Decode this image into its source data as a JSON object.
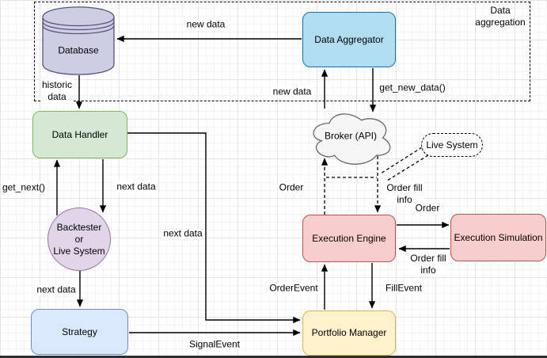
{
  "diagram": {
    "group": {
      "label": "Data\naggregation"
    },
    "nodes": {
      "database": {
        "label": "Database",
        "fill": "#CDCDE4",
        "stroke": "#56517E"
      },
      "data_aggregator": {
        "label": "Data Aggregator",
        "fill": "#B1DDF0",
        "stroke": "#10739E"
      },
      "data_handler": {
        "label": "Data Handler",
        "fill": "#D5E8D4",
        "stroke": "#82B366"
      },
      "broker": {
        "label": "Broker (API)",
        "fill": "#F5F5F5",
        "stroke": "#666666"
      },
      "live_system": {
        "label": "Live System",
        "fill": "#FFFFFF",
        "stroke": "#000000"
      },
      "backtester": {
        "label": "Backtester\nor\nLive System",
        "fill": "#E1D5E7",
        "stroke": "#9673A6"
      },
      "strategy": {
        "label": "Strategy",
        "fill": "#DAE8FC",
        "stroke": "#6C8EBF"
      },
      "portfolio_manager": {
        "label": "Portfolio Manager",
        "fill": "#FFF2CC",
        "stroke": "#D6B656"
      },
      "execution_engine": {
        "label": "Execution Engine",
        "fill": "#F8CECC",
        "stroke": "#B85450"
      },
      "execution_simulation": {
        "label": "Execution Simulation",
        "fill": "#F8CECC",
        "stroke": "#B85450"
      }
    },
    "edge_labels": {
      "new_data_top": "new data",
      "historic_data": "historic\ndata",
      "get_next": "get_next()",
      "next_data_to_backtester": "next data",
      "next_data_to_strategy": "next data",
      "next_data_to_portfolio": "next data",
      "signal_event": "SignalEvent",
      "new_data_broker": "new data",
      "get_new_data": "get_new_data()",
      "order_to_broker": "Order",
      "order_fill_from_broker": "Order fill\ninfo",
      "order_to_simulation": "Order",
      "order_fill_from_simulation": "Order fill\ninfo",
      "order_event": "OrderEvent",
      "fill_event": "FillEvent"
    }
  }
}
